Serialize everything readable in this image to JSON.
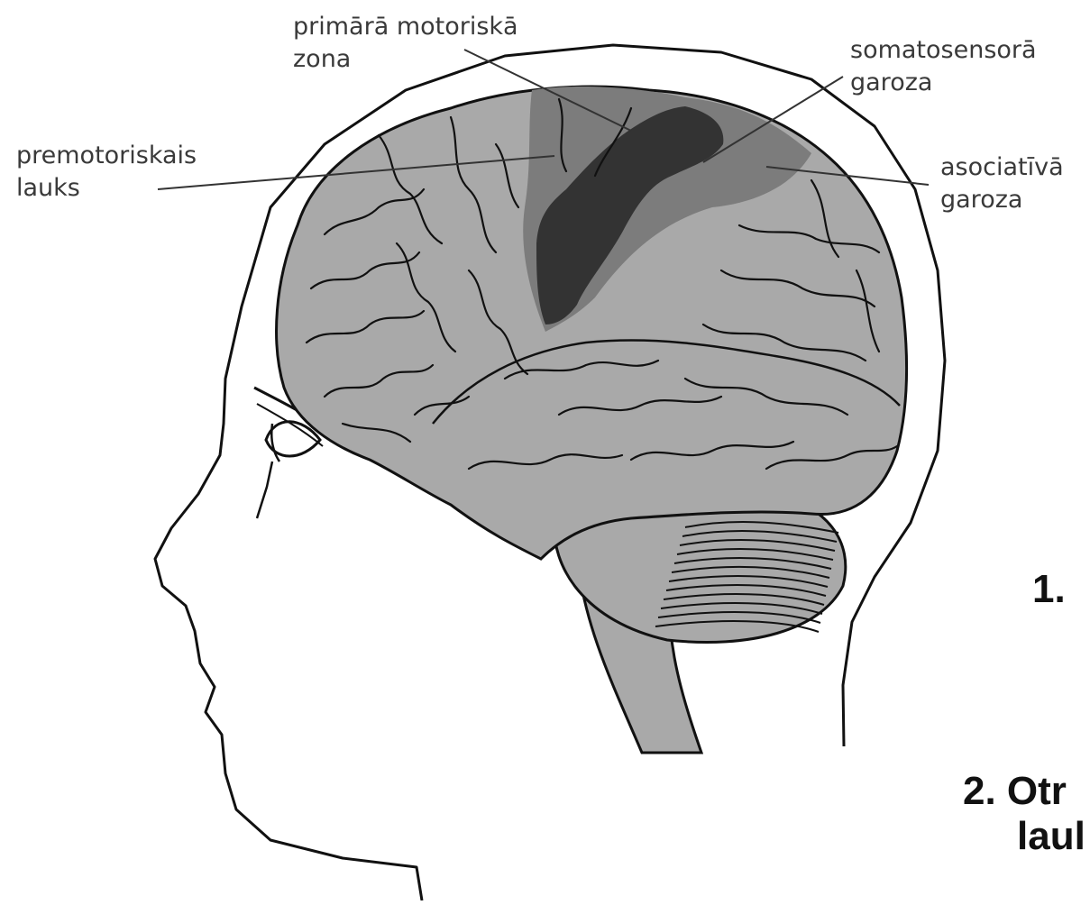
{
  "labels": {
    "primary_motor": [
      "primārā motoriskā",
      "zona"
    ],
    "somatosensory": [
      "somatosensorā",
      "garoza"
    ],
    "premotor": [
      "premotoriskais",
      "lauks"
    ],
    "association": [
      "asociatīvā",
      "garoza"
    ]
  },
  "list": {
    "item1": "1.",
    "item2_line1": "2. Otr",
    "item2_line2": "laul"
  },
  "colors": {
    "brain": "#a9a9a9",
    "premotor_zone": "#7c7c7c",
    "motor_zone": "#333333",
    "outline": "#111111"
  }
}
